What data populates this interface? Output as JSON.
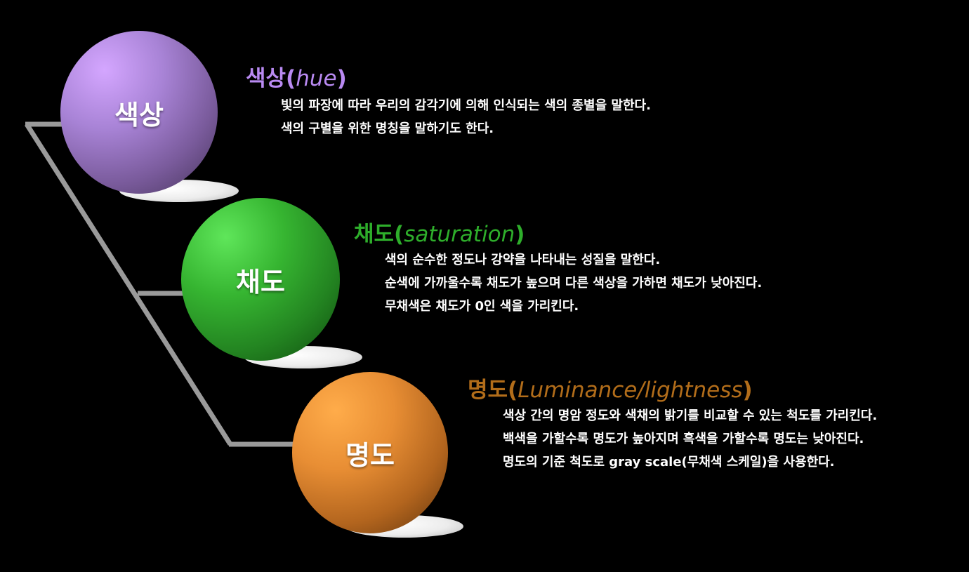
{
  "items": [
    {
      "sphere_label": "색상",
      "heading_ko": "색상",
      "heading_en": "hue",
      "color": "#b98af2",
      "lines": [
        "빛의 파장에 따라 우리의 감각기에 의해 인식되는 색의 종별을 말한다.",
        "색의 구별을 위한 명칭을 말하기도 한다."
      ]
    },
    {
      "sphere_label": "채도",
      "heading_ko": "채도",
      "heading_en": "saturation",
      "color": "#2eae2b",
      "lines": [
        "색의 순수한 정도나 강약을 나타내는 성질을 말한다.",
        "순색에 가까울수록 채도가 높으며 다른 색상을 가하면 채도가 낮아진다.",
        "무채색은 채도가 0인 색을 가리킨다."
      ]
    },
    {
      "sphere_label": "명도",
      "heading_ko": "명도",
      "heading_en": "Luminance/lightness",
      "color": "#b26d1a",
      "lines": [
        "색상 간의 명암 정도와 색채의 밝기를 비교할 수 있는 척도를 가리킨다.",
        "백색을 가할수록 명도가 높아지며 흑색을 가할수록 명도는 낮아진다.",
        "명도의 기준 척도로 gray scale(무채색 스케일)을 사용한다."
      ]
    }
  ]
}
